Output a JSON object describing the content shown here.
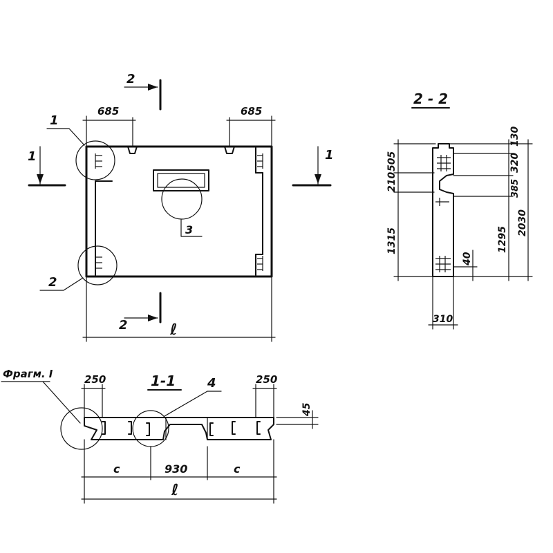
{
  "plan": {
    "dim_left": "685",
    "dim_right": "685",
    "dim_length": "ℓ",
    "callout_1": "1",
    "callout_2": "2",
    "callout_3": "3",
    "section_marker_1_left": "1",
    "section_marker_1_right": "1",
    "section_marker_2_top": "2",
    "section_marker_2_bottom": "2"
  },
  "section_2_2": {
    "title": "2 - 2",
    "dim_505": "505",
    "dim_210": "210",
    "dim_1315": "1315",
    "dim_130": "130",
    "dim_320": "320",
    "dim_385": "385",
    "dim_1295": "1295",
    "dim_2030": "2030",
    "dim_40": "40",
    "dim_310": "310"
  },
  "section_1_1": {
    "title": "1-1",
    "fragment_label": "Фрагм. I",
    "dim_250_left": "250",
    "dim_250_right": "250",
    "dim_45": "45",
    "dim_c_left": "c",
    "dim_930": "930",
    "dim_c_right": "c",
    "dim_length": "ℓ",
    "callout_4": "4"
  }
}
